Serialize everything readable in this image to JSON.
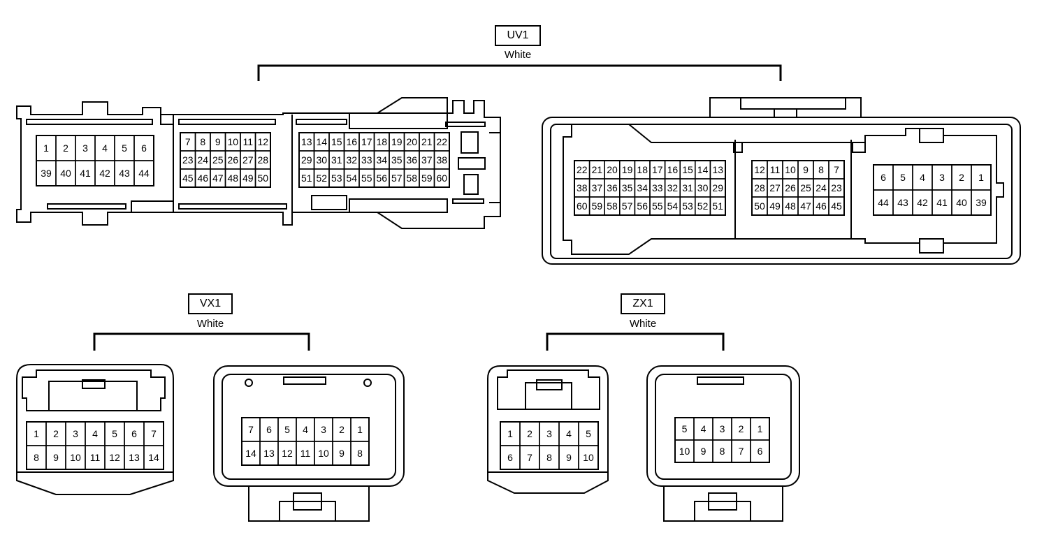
{
  "connectors": [
    {
      "id": "UV1",
      "color": "White",
      "views": [
        {
          "rows": [
            [
              "1",
              "2",
              "3",
              "4",
              "5",
              "6"
            ],
            [
              "39",
              "40",
              "41",
              "42",
              "43",
              "44"
            ],
            [
              "7",
              "8",
              "9",
              "10",
              "11",
              "12"
            ],
            [
              "23",
              "24",
              "25",
              "26",
              "27",
              "28"
            ],
            [
              "45",
              "46",
              "47",
              "48",
              "49",
              "50"
            ],
            [
              "13",
              "14",
              "15",
              "16",
              "17",
              "18",
              "19",
              "20",
              "21",
              "22"
            ],
            [
              "29",
              "30",
              "31",
              "32",
              "33",
              "34",
              "35",
              "36",
              "37",
              "38"
            ],
            [
              "51",
              "52",
              "53",
              "54",
              "55",
              "56",
              "57",
              "58",
              "59",
              "60"
            ]
          ]
        },
        {
          "rows": [
            [
              "22",
              "21",
              "20",
              "19",
              "18",
              "17",
              "16",
              "15",
              "14",
              "13"
            ],
            [
              "38",
              "37",
              "36",
              "35",
              "34",
              "33",
              "32",
              "31",
              "30",
              "29"
            ],
            [
              "60",
              "59",
              "58",
              "57",
              "56",
              "55",
              "54",
              "53",
              "52",
              "51"
            ],
            [
              "12",
              "11",
              "10",
              "9",
              "8",
              "7"
            ],
            [
              "28",
              "27",
              "26",
              "25",
              "24",
              "23"
            ],
            [
              "50",
              "49",
              "48",
              "47",
              "46",
              "45"
            ],
            [
              "6",
              "5",
              "4",
              "3",
              "2",
              "1"
            ],
            [
              "44",
              "43",
              "42",
              "41",
              "40",
              "39"
            ]
          ]
        }
      ]
    },
    {
      "id": "VX1",
      "color": "White",
      "views": [
        {
          "rows": [
            [
              "1",
              "2",
              "3",
              "4",
              "5",
              "6",
              "7"
            ],
            [
              "8",
              "9",
              "10",
              "11",
              "12",
              "13",
              "14"
            ]
          ]
        },
        {
          "rows": [
            [
              "7",
              "6",
              "5",
              "4",
              "3",
              "2",
              "1"
            ],
            [
              "14",
              "13",
              "12",
              "11",
              "10",
              "9",
              "8"
            ]
          ]
        }
      ]
    },
    {
      "id": "ZX1",
      "color": "White",
      "views": [
        {
          "rows": [
            [
              "1",
              "2",
              "3",
              "4",
              "5"
            ],
            [
              "6",
              "7",
              "8",
              "9",
              "10"
            ]
          ]
        },
        {
          "rows": [
            [
              "5",
              "4",
              "3",
              "2",
              "1"
            ],
            [
              "10",
              "9",
              "8",
              "7",
              "6"
            ]
          ]
        }
      ]
    }
  ]
}
